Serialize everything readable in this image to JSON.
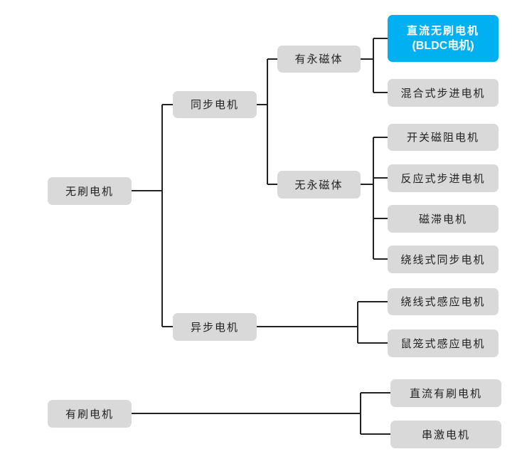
{
  "colors": {
    "highlight": "#00b0f0",
    "box": "#d9d9d9",
    "line": "#222222"
  },
  "nodes": {
    "brushless": "无刷电机",
    "synchronous": "同步电机",
    "asynchronous": "异步电机",
    "with_pm": "有永磁体",
    "without_pm": "无永磁体",
    "bldc_line1": "直流无刷电机",
    "bldc_line2": "(BLDC电机)",
    "hybrid_stepper": "混合式步进电机",
    "switched_reluctance": "开关磁阻电机",
    "reactive_stepper": "反应式步进电机",
    "hysteresis": "磁滞电机",
    "wound_sync": "绕线式同步电机",
    "wound_induction": "绕线式感应电机",
    "squirrel_cage": "鼠笼式感应电机",
    "brushed": "有刷电机",
    "dc_brushed": "直流有刷电机",
    "series": "串激电机"
  }
}
